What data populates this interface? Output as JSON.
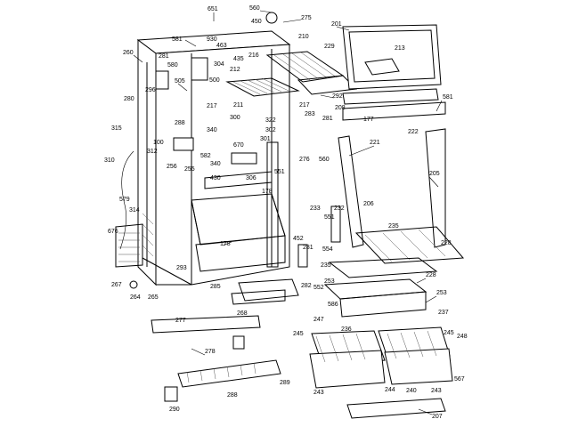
{
  "diagram": {
    "labels": [
      "651",
      "560",
      "275",
      "450",
      "581",
      "930",
      "463",
      "201",
      "210",
      "229",
      "213",
      "260",
      "281",
      "580",
      "304",
      "435",
      "212",
      "216",
      "505",
      "500",
      "296",
      "280",
      "292",
      "217",
      "211",
      "322",
      "217",
      "581",
      "300",
      "302",
      "301",
      "670",
      "255",
      "340",
      "288",
      "281",
      "208",
      "315",
      "100",
      "582",
      "256",
      "340",
      "560",
      "276",
      "221",
      "177",
      "222",
      "283",
      "312",
      "310",
      "306",
      "178",
      "551",
      "206",
      "205",
      "430",
      "233",
      "232",
      "551",
      "579",
      "314",
      "235",
      "676",
      "178",
      "452",
      "281",
      "554",
      "228",
      "267",
      "293",
      "235",
      "228",
      "285",
      "282",
      "552",
      "253",
      "264",
      "265",
      "586",
      "253",
      "268",
      "237",
      "277",
      "247",
      "236",
      "245",
      "248",
      "245",
      "278",
      "243",
      "244",
      "240",
      "243",
      "207",
      "289",
      "288",
      "290",
      "567"
    ]
  }
}
